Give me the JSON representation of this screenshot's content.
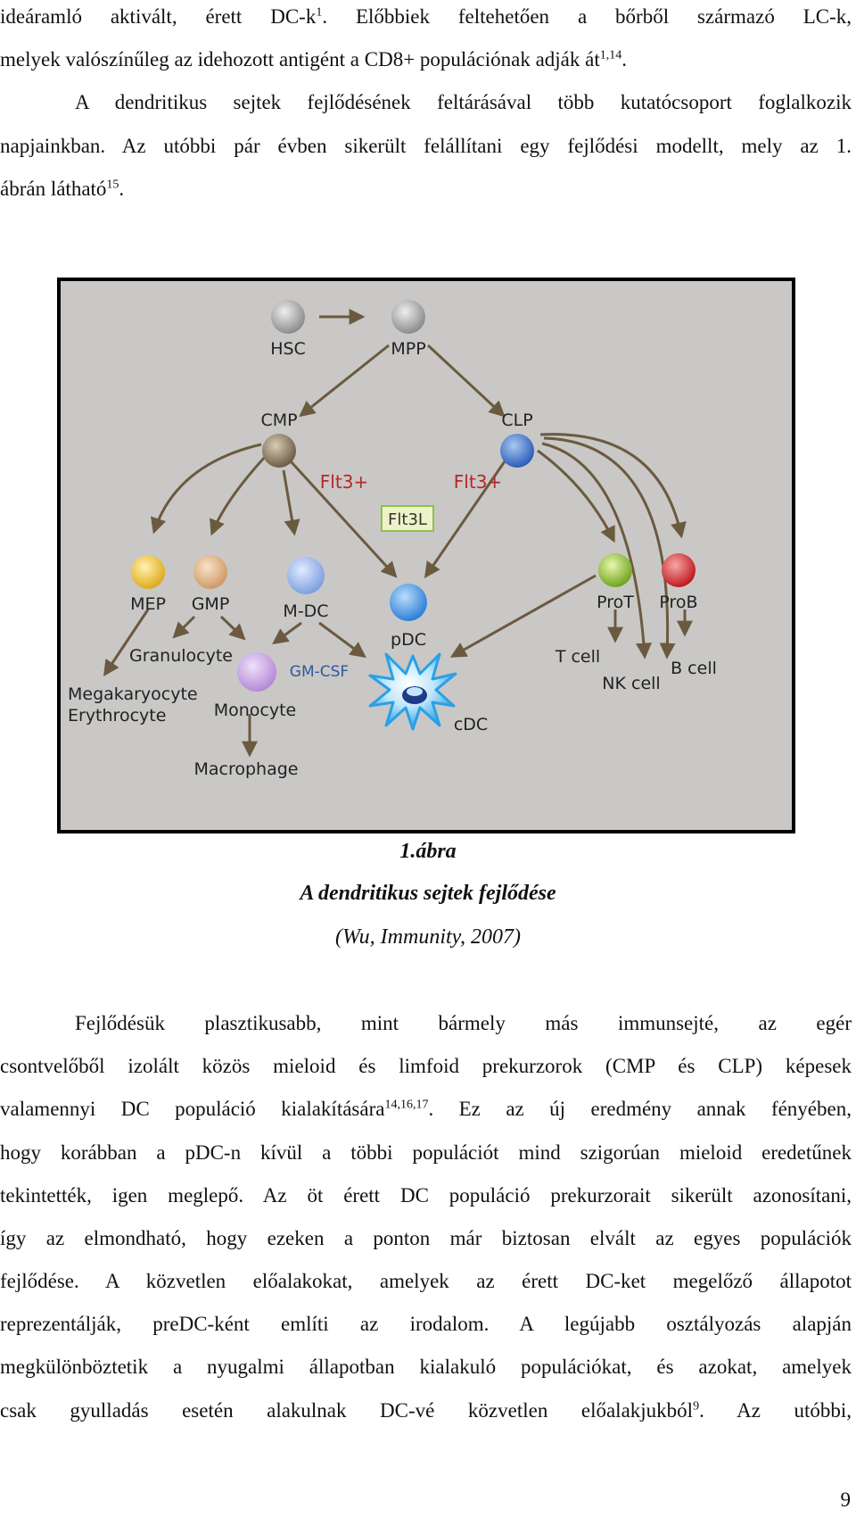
{
  "text_top": {
    "l1_a": "ideáramló aktivált, érett DC-k",
    "l1_sup": "1",
    "l1_b": ". Előbbiek feltehetően a bőrből származó LC-k,",
    "l2_a": "melyek valószínűleg az idehozott antigént a CD8+ populációnak adják át",
    "l2_sup": "1,14",
    "l2_b": ".",
    "l3": "A dendritikus sejtek fejlődésének feltárásával több kutatócsoport foglalkozik",
    "l4": "napjainkban. Az utóbbi pár évben sikerült felállítani egy fejlődési modellt, mely az 1.",
    "l5_a": "ábrán látható",
    "l5_sup": "15",
    "l5_b": "."
  },
  "figure": {
    "nodes": {
      "hsc": "HSC",
      "mpp": "MPP",
      "cmp": "CMP",
      "clp": "CLP",
      "mep": "MEP",
      "gmp": "GMP",
      "mdc": "M-DC",
      "pdc": "pDC",
      "prot": "ProT",
      "prob": "ProB",
      "cdc": "cDC"
    },
    "labels": {
      "flt3_left": "Flt3+",
      "flt3_right": "Flt3+",
      "flt3l": "Flt3L",
      "granulocyte": "Granulocyte",
      "monocyte": "Monocyte",
      "gmcsf": "GM-CSF",
      "megakaryocyte": "Megakaryocyte",
      "erythrocyte": "Erythrocyte",
      "macrophage": "Macrophage",
      "tcell": "T cell",
      "nkcell": "NK cell",
      "bcell": "B cell"
    },
    "colors": {
      "background": "#c9c8c6",
      "arrow": "#6b5a3f",
      "flt3": "#b5272a",
      "gmcsf": "#2f5a9b",
      "cdc": "#3aa7e8"
    }
  },
  "caption": {
    "number": "1.ábra",
    "title": "A dendritikus sejtek fejlődése",
    "source": "(Wu, Immunity, 2007)"
  },
  "text_bottom": {
    "p1": "Fejlődésük plasztikusabb, mint bármely más immunsejté, az egér",
    "p2": "csontvelőből izolált közös mieloid és limfoid prekurzorok (CMP és CLP) képesek",
    "p3_a": "valamennyi DC populáció kialakítására",
    "p3_sup": "14,16,17",
    "p3_b": ". Ez az új eredmény annak fényében,",
    "p4": "hogy korábban a pDC-n kívül a többi populációt mind szigorúan mieloid eredetűnek",
    "p5": "tekintették, igen meglepő. Az öt érett DC populáció prekurzorait sikerült azonosítani,",
    "p6": "így az elmondható, hogy ezeken a ponton már biztosan elvált az egyes populációk",
    "p7": "fejlődése. A közvetlen előalakokat, amelyek az érett DC-ket megelőző állapotot",
    "p8": "reprezentálják, preDC-ként említi az irodalom. A legújabb osztályozás alapján",
    "p9": "megkülönböztetik a nyugalmi állapotban kialakuló populációkat, és azokat, amelyek",
    "p10_a": "csak gyulladás esetén alakulnak DC-vé közvetlen előalakjukból",
    "p10_sup": "9",
    "p10_b": ". Az utóbbi,"
  },
  "page_number": "9"
}
